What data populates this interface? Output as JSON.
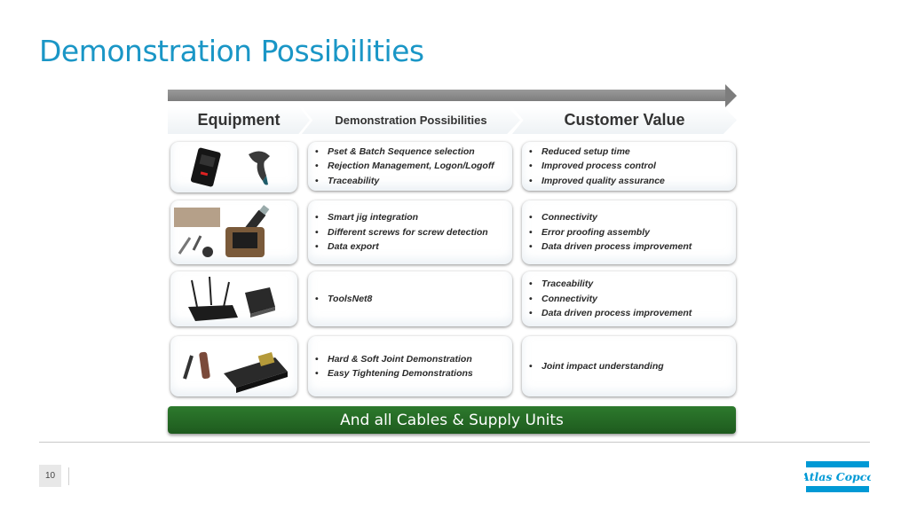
{
  "title": "Demonstration Possibilities",
  "headers": {
    "equipment": "Equipment",
    "demonstration": "Demonstration Possibilities",
    "customer_value": "Customer Value"
  },
  "rows": [
    {
      "equipment_icons": [
        "card-reader-icon",
        "barcode-scanner-icon"
      ],
      "demonstration": [
        "Pset & Batch Sequence selection",
        "Rejection Management, Logon/Logoff",
        "Traceability"
      ],
      "value": [
        "Reduced setup time",
        "Improved process control",
        "Improved quality assurance"
      ]
    },
    {
      "equipment_icons": [
        "sheet-metal-icon",
        "usb-stick-icon",
        "screws-icon",
        "jig-icon"
      ],
      "demonstration": [
        "Smart jig integration",
        "Different screws for screw detection",
        "Data export"
      ],
      "value": [
        "Connectivity",
        "Error proofing assembly",
        "Data driven process improvement"
      ]
    },
    {
      "equipment_icons": [
        "wifi-router-icon",
        "server-box-icon"
      ],
      "demonstration": [
        "ToolsNet8"
      ],
      "value": [
        "Traceability",
        "Connectivity",
        "Data driven process improvement"
      ]
    },
    {
      "equipment_icons": [
        "bits-sockets-icon",
        "joint-simulator-icon"
      ],
      "demonstration": [
        "Hard & Soft Joint Demonstration",
        "Easy Tightening Demonstrations"
      ],
      "value": [
        "Joint impact understanding"
      ]
    }
  ],
  "footer_banner": "And all Cables & Supply Units",
  "page_number": "10",
  "brand": {
    "logo_text": "Atlas Copco",
    "title_color": "#1a96c6",
    "banner_color": "#236b23",
    "logo_color": "#0099d5"
  }
}
